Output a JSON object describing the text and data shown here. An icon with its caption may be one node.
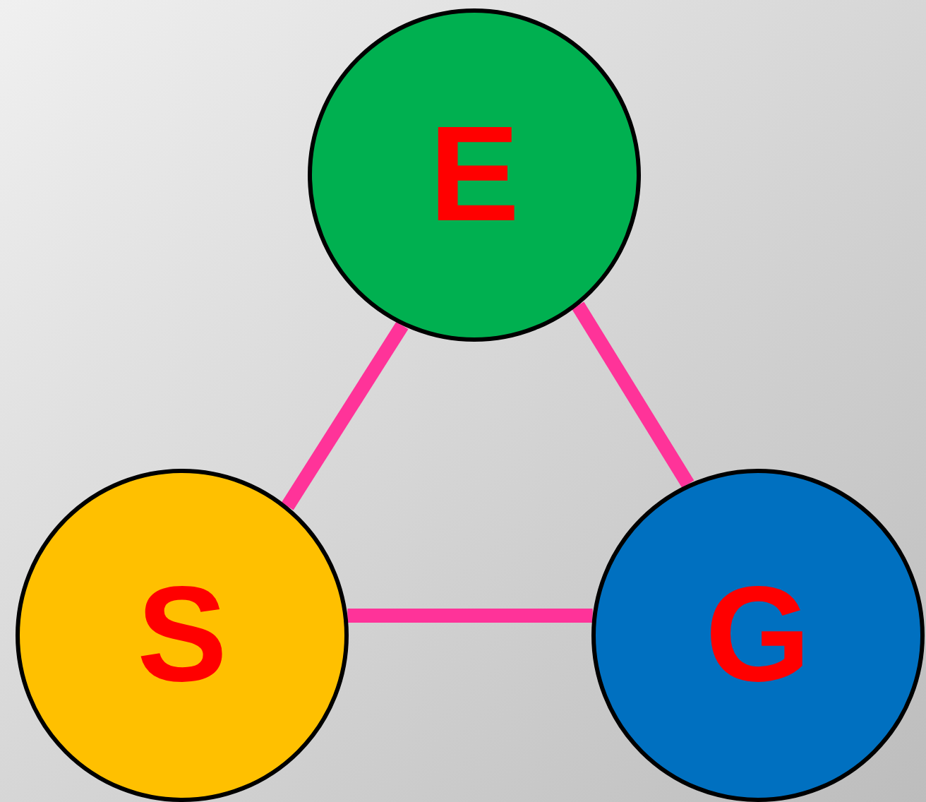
{
  "diagram": {
    "nodes": [
      {
        "text": [
          "E"
        ]
      },
      {
        "text": [
          "S"
        ]
      },
      {
        "text": [
          "G"
        ]
      }
    ],
    "edges": [
      {
        "from": 0,
        "to": 1,
        "arrow": "none"
      },
      {
        "from": 0,
        "to": 2,
        "arrow": "none"
      },
      {
        "from": 1,
        "to": 2,
        "arrow": "none"
      }
    ]
  }
}
